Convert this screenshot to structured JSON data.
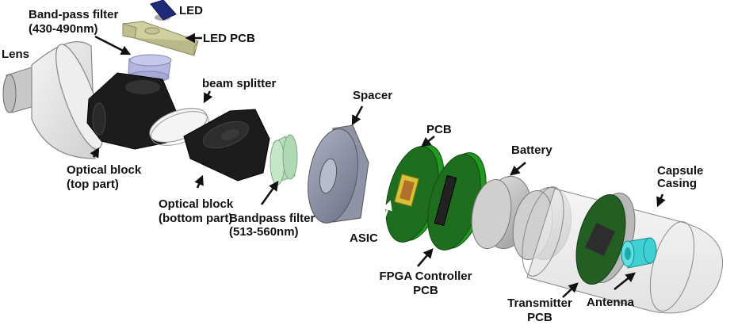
{
  "figure": {
    "title": "Exploded view of fluorescence capsule endoscope",
    "colors": {
      "background": "#ffffff",
      "optical_block": "#1c1c1c",
      "led": "#1f2a7a",
      "led_pcb": "#cfcfa0",
      "bandpass_blue": "#b4b6e0",
      "bandpass_green": "#b9e0bc",
      "spacer": "#8f93a8",
      "pcb_green": "#1f7a1f",
      "asic": "#b0702a",
      "battery": "#bdbdbd",
      "antenna": "#3fd0d4",
      "casing": "#e6e6e6"
    }
  },
  "labels": {
    "led": "LED",
    "led_pcb": "LED PCB",
    "bandpass_top_line1": "Band-pass filter",
    "bandpass_top_line2": "(430-490nm)",
    "lens": "Lens",
    "beam_splitter": "beam splitter",
    "optical_top_line1": "Optical block",
    "optical_top_line2": "(top part)",
    "optical_bottom_line1": "Optical block",
    "optical_bottom_line2": "(bottom part)",
    "bandpass_bottom_line1": "Bandpass filter",
    "bandpass_bottom_line2": "(513-560nm)",
    "spacer": "Spacer",
    "pcb": "PCB",
    "asic": "ASIC",
    "fpga_line1": "FPGA Controller",
    "fpga_line2": "PCB",
    "battery": "Battery",
    "capsule_line1": "Capsule",
    "capsule_line2": "Casing",
    "transmitter_line1": "Transmitter",
    "transmitter_line2": "PCB",
    "antenna": "Antenna"
  }
}
